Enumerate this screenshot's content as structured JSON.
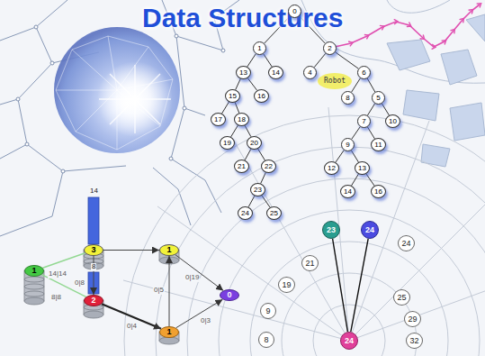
{
  "diagram": {
    "title": "Data Structures",
    "nodes": [
      {
        "text": [
          "0"
        ]
      },
      {
        "text": [
          "1"
        ]
      },
      {
        "text": [
          "2"
        ]
      },
      {
        "text": [
          "13"
        ]
      },
      {
        "text": [
          "14"
        ]
      },
      {
        "text": [
          "4"
        ]
      },
      {
        "text": [
          "6"
        ]
      },
      {
        "text": [
          "15"
        ]
      },
      {
        "text": [
          "16"
        ]
      },
      {
        "text": [
          "8"
        ]
      },
      {
        "text": [
          "5"
        ]
      },
      {
        "text": [
          "17"
        ]
      },
      {
        "text": [
          "18"
        ]
      },
      {
        "text": [
          "7"
        ]
      },
      {
        "text": [
          "10"
        ]
      },
      {
        "text": [
          "19"
        ]
      },
      {
        "text": [
          "20"
        ]
      },
      {
        "text": [
          "9"
        ]
      },
      {
        "text": [
          "11"
        ]
      },
      {
        "text": [
          "21"
        ]
      },
      {
        "text": [
          "22"
        ]
      },
      {
        "text": [
          "12"
        ]
      },
      {
        "text": [
          "13"
        ]
      },
      {
        "text": [
          "23"
        ]
      },
      {
        "text": [
          "14"
        ]
      },
      {
        "text": [
          "16"
        ]
      },
      {
        "text": [
          "24"
        ]
      },
      {
        "text": [
          "25"
        ]
      },
      {
        "text": [
          "3"
        ]
      },
      {
        "text": [
          "1"
        ]
      },
      {
        "text": [
          "1"
        ]
      },
      {
        "text": [
          "0"
        ]
      },
      {
        "text": [
          "2"
        ]
      },
      {
        "text": [
          "1"
        ]
      },
      {
        "text": [
          "23"
        ]
      },
      {
        "text": [
          "24"
        ]
      },
      {
        "text": [
          "24"
        ]
      },
      {
        "text": [
          "21"
        ]
      },
      {
        "text": [
          "19"
        ]
      },
      {
        "text": [
          "25"
        ]
      },
      {
        "text": [
          "9"
        ]
      },
      {
        "text": [
          "29"
        ]
      },
      {
        "text": [
          "8"
        ]
      },
      {
        "text": [
          "24"
        ]
      },
      {
        "text": [
          "32"
        ]
      }
    ],
    "edges": [
      {
        "from": 0,
        "to": 1,
        "arrow": "none"
      },
      {
        "from": 0,
        "to": 2,
        "arrow": "none"
      },
      {
        "from": 1,
        "to": 3,
        "arrow": "none"
      },
      {
        "from": 1,
        "to": 4,
        "arrow": "none"
      },
      {
        "from": 2,
        "to": 5,
        "arrow": "none"
      },
      {
        "from": 2,
        "to": 6,
        "arrow": "none"
      },
      {
        "from": 3,
        "to": 7,
        "arrow": "none"
      },
      {
        "from": 3,
        "to": 8,
        "arrow": "none"
      },
      {
        "from": 6,
        "to": 9,
        "arrow": "none"
      },
      {
        "from": 6,
        "to": 10,
        "arrow": "none"
      },
      {
        "from": 7,
        "to": 11,
        "arrow": "none"
      },
      {
        "from": 7,
        "to": 12,
        "arrow": "none"
      },
      {
        "from": 10,
        "to": 13,
        "arrow": "none"
      },
      {
        "from": 10,
        "to": 14,
        "arrow": "none"
      },
      {
        "from": 12,
        "to": 15,
        "arrow": "none"
      },
      {
        "from": 12,
        "to": 16,
        "arrow": "none"
      },
      {
        "from": 13,
        "to": 17,
        "arrow": "none"
      },
      {
        "from": 13,
        "to": 18,
        "arrow": "none"
      },
      {
        "from": 16,
        "to": 19,
        "arrow": "none"
      },
      {
        "from": 16,
        "to": 20,
        "arrow": "none"
      },
      {
        "from": 17,
        "to": 21,
        "arrow": "none"
      },
      {
        "from": 17,
        "to": 22,
        "arrow": "none"
      },
      {
        "from": 20,
        "to": 23,
        "arrow": "none"
      },
      {
        "from": 22,
        "to": 24,
        "arrow": "none"
      },
      {
        "from": 22,
        "to": 25,
        "arrow": "none"
      },
      {
        "from": 23,
        "to": 26,
        "arrow": "none"
      },
      {
        "from": 23,
        "to": 27,
        "arrow": "none"
      },
      {
        "from": 28,
        "to": 29,
        "arrow": "to"
      },
      {
        "from": 28,
        "to": 32,
        "arrow": "to",
        "label": "0|8"
      },
      {
        "from": 32,
        "to": 33,
        "arrow": "to",
        "label": "0|4"
      },
      {
        "from": 33,
        "to": 29,
        "arrow": "to",
        "label": "0|5"
      },
      {
        "from": 29,
        "to": 31,
        "arrow": "to",
        "label": "0|19"
      },
      {
        "from": 33,
        "to": 31,
        "arrow": "to",
        "label": "0|3"
      },
      {
        "from": 30,
        "to": 28,
        "arrow": "none",
        "label": "14|14"
      },
      {
        "from": 30,
        "to": 32,
        "arrow": "none",
        "label": "8|8"
      },
      {
        "from": 43,
        "to": 34,
        "arrow": "none"
      },
      {
        "from": 43,
        "to": 35,
        "arrow": "none"
      }
    ],
    "labels": [
      "Robot",
      "14",
      "8"
    ]
  }
}
